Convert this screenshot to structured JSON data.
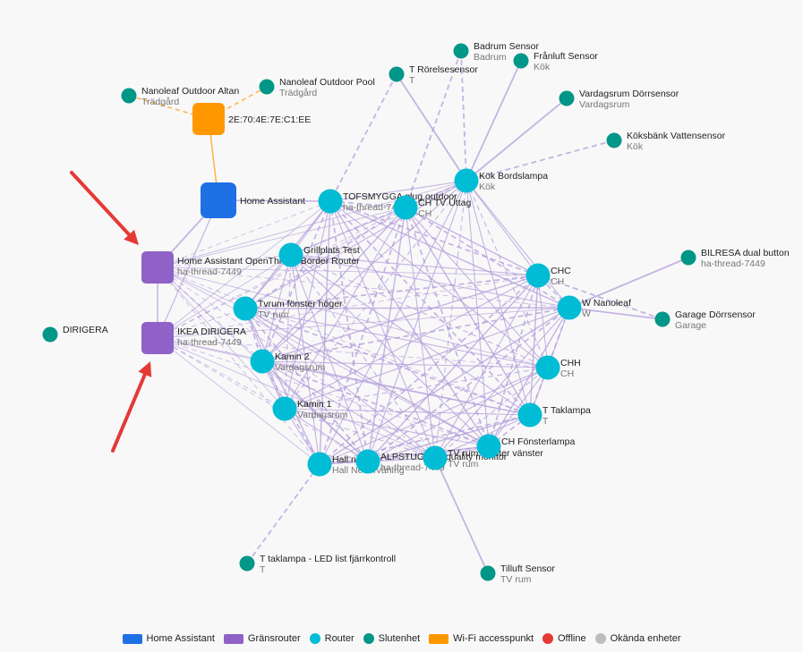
{
  "colors": {
    "home_assistant": "#1f6fe5",
    "border_router": "#9061c7",
    "router": "#00bcd4",
    "end_device": "#009688",
    "wifi": "#ff9800",
    "offline": "#e53935",
    "unknown": "#bdbdbd",
    "edge_thread": "#b39ddb",
    "edge_wifi": "#ffb74d",
    "annotation_arrow": "#e53935"
  },
  "nodes": {
    "nanoleaf_outdoor_altan": {
      "type": "end_device",
      "label": "Nanoleaf Outdoor Altan",
      "sub": "Trädgård"
    },
    "nanoleaf_outdoor_pool": {
      "type": "end_device",
      "label": "Nanoleaf Outdoor Pool",
      "sub": "Trädgård"
    },
    "wifi_ap": {
      "type": "wifi",
      "label": "2E:70:4E:7E:C1:EE",
      "sub": ""
    },
    "home_assistant": {
      "type": "home_assistant",
      "label": "Home Assistant",
      "sub": ""
    },
    "ha_otbr": {
      "type": "border_router",
      "label": "Home Assistant OpenThread Border Router",
      "sub": "ha-thread-7449"
    },
    "ikea_dirigera": {
      "type": "border_router",
      "label": "IKEA DIRIGERA",
      "sub": "ha-thread-7449"
    },
    "dirigera": {
      "type": "end_device",
      "label": "DIRIGERA",
      "sub": ""
    },
    "badrum_sensor": {
      "type": "end_device",
      "label": "Badrum Sensor",
      "sub": "Badrum"
    },
    "franluft_sensor": {
      "type": "end_device",
      "label": "Frånluft Sensor",
      "sub": "Kök"
    },
    "t_rorelsesensor": {
      "type": "end_device",
      "label": "T Rörelsesensor",
      "sub": "T"
    },
    "vardagsrum_dorrsensor": {
      "type": "end_device",
      "label": "Vardagsrum Dörrsensor",
      "sub": "Vardagsrum"
    },
    "koksbank_vattensensor": {
      "type": "end_device",
      "label": "Köksbänk Vattensensor",
      "sub": "Kök"
    },
    "kok_bordslampa": {
      "type": "router",
      "label": "Kök Bordslampa",
      "sub": "Kök"
    },
    "tofsmygga": {
      "type": "router",
      "label": "TOFSMYGGA plug outdoor",
      "sub": "ha-thread-7449"
    },
    "ch_tv_uttag": {
      "type": "router",
      "label": "CH TV Uttag",
      "sub": "CH"
    },
    "grillplats_test": {
      "type": "router",
      "label": "Grillplats Test",
      "sub": ""
    },
    "tvrum_fonster_hoger": {
      "type": "router",
      "label": "Tvrum fönster höger",
      "sub": "TV rum"
    },
    "kamin2": {
      "type": "router",
      "label": "Kamin 2",
      "sub": "Vardagsrum"
    },
    "kamin1": {
      "type": "router",
      "label": "Kamin 1",
      "sub": "Vardagsrum"
    },
    "hall_n2": {
      "type": "router",
      "label": "Hall n 2",
      "sub": "Hall Nedervåning"
    },
    "alpstuga": {
      "type": "router",
      "label": "ALPSTUGA air quality monitor",
      "sub": "ha-thread-7449"
    },
    "tvrum_fonster_vanster": {
      "type": "router",
      "label": "TV rum fönster vänster",
      "sub": "TV rum"
    },
    "ch_fonsterlampa": {
      "type": "router",
      "label": "CH Fönsterlampa",
      "sub": ""
    },
    "t_taklampa": {
      "type": "router",
      "label": "T Taklampa",
      "sub": "T"
    },
    "chh": {
      "type": "router",
      "label": "CHH",
      "sub": "CH"
    },
    "w_nanoleaf": {
      "type": "router",
      "label": "W Nanoleaf",
      "sub": "W"
    },
    "chc": {
      "type": "router",
      "label": "CHC",
      "sub": "CH"
    },
    "bilresa": {
      "type": "end_device",
      "label": "BILRESA dual button",
      "sub": "ha-thread-7449"
    },
    "garage_dorrsensor": {
      "type": "end_device",
      "label": "Garage Dörrsensor",
      "sub": "Garage"
    },
    "t_taklampa_led": {
      "type": "end_device",
      "label": "T taklampa - LED list fjärrkontroll",
      "sub": "T"
    },
    "tilluft_sensor": {
      "type": "end_device",
      "label": "Tilluft Sensor",
      "sub": "TV rum"
    }
  },
  "legend": [
    {
      "key": "home_assistant",
      "label": "Home Assistant",
      "shape": "rect"
    },
    {
      "key": "border_router",
      "label": "Gränsrouter",
      "shape": "rect"
    },
    {
      "key": "router",
      "label": "Router",
      "shape": "dot"
    },
    {
      "key": "end_device",
      "label": "Slutenhet",
      "shape": "dot"
    },
    {
      "key": "wifi",
      "label": "Wi-Fi accesspunkt",
      "shape": "rect"
    },
    {
      "key": "offline",
      "label": "Offline",
      "shape": "dot"
    },
    {
      "key": "unknown",
      "label": "Okända enheter",
      "shape": "dot"
    }
  ]
}
